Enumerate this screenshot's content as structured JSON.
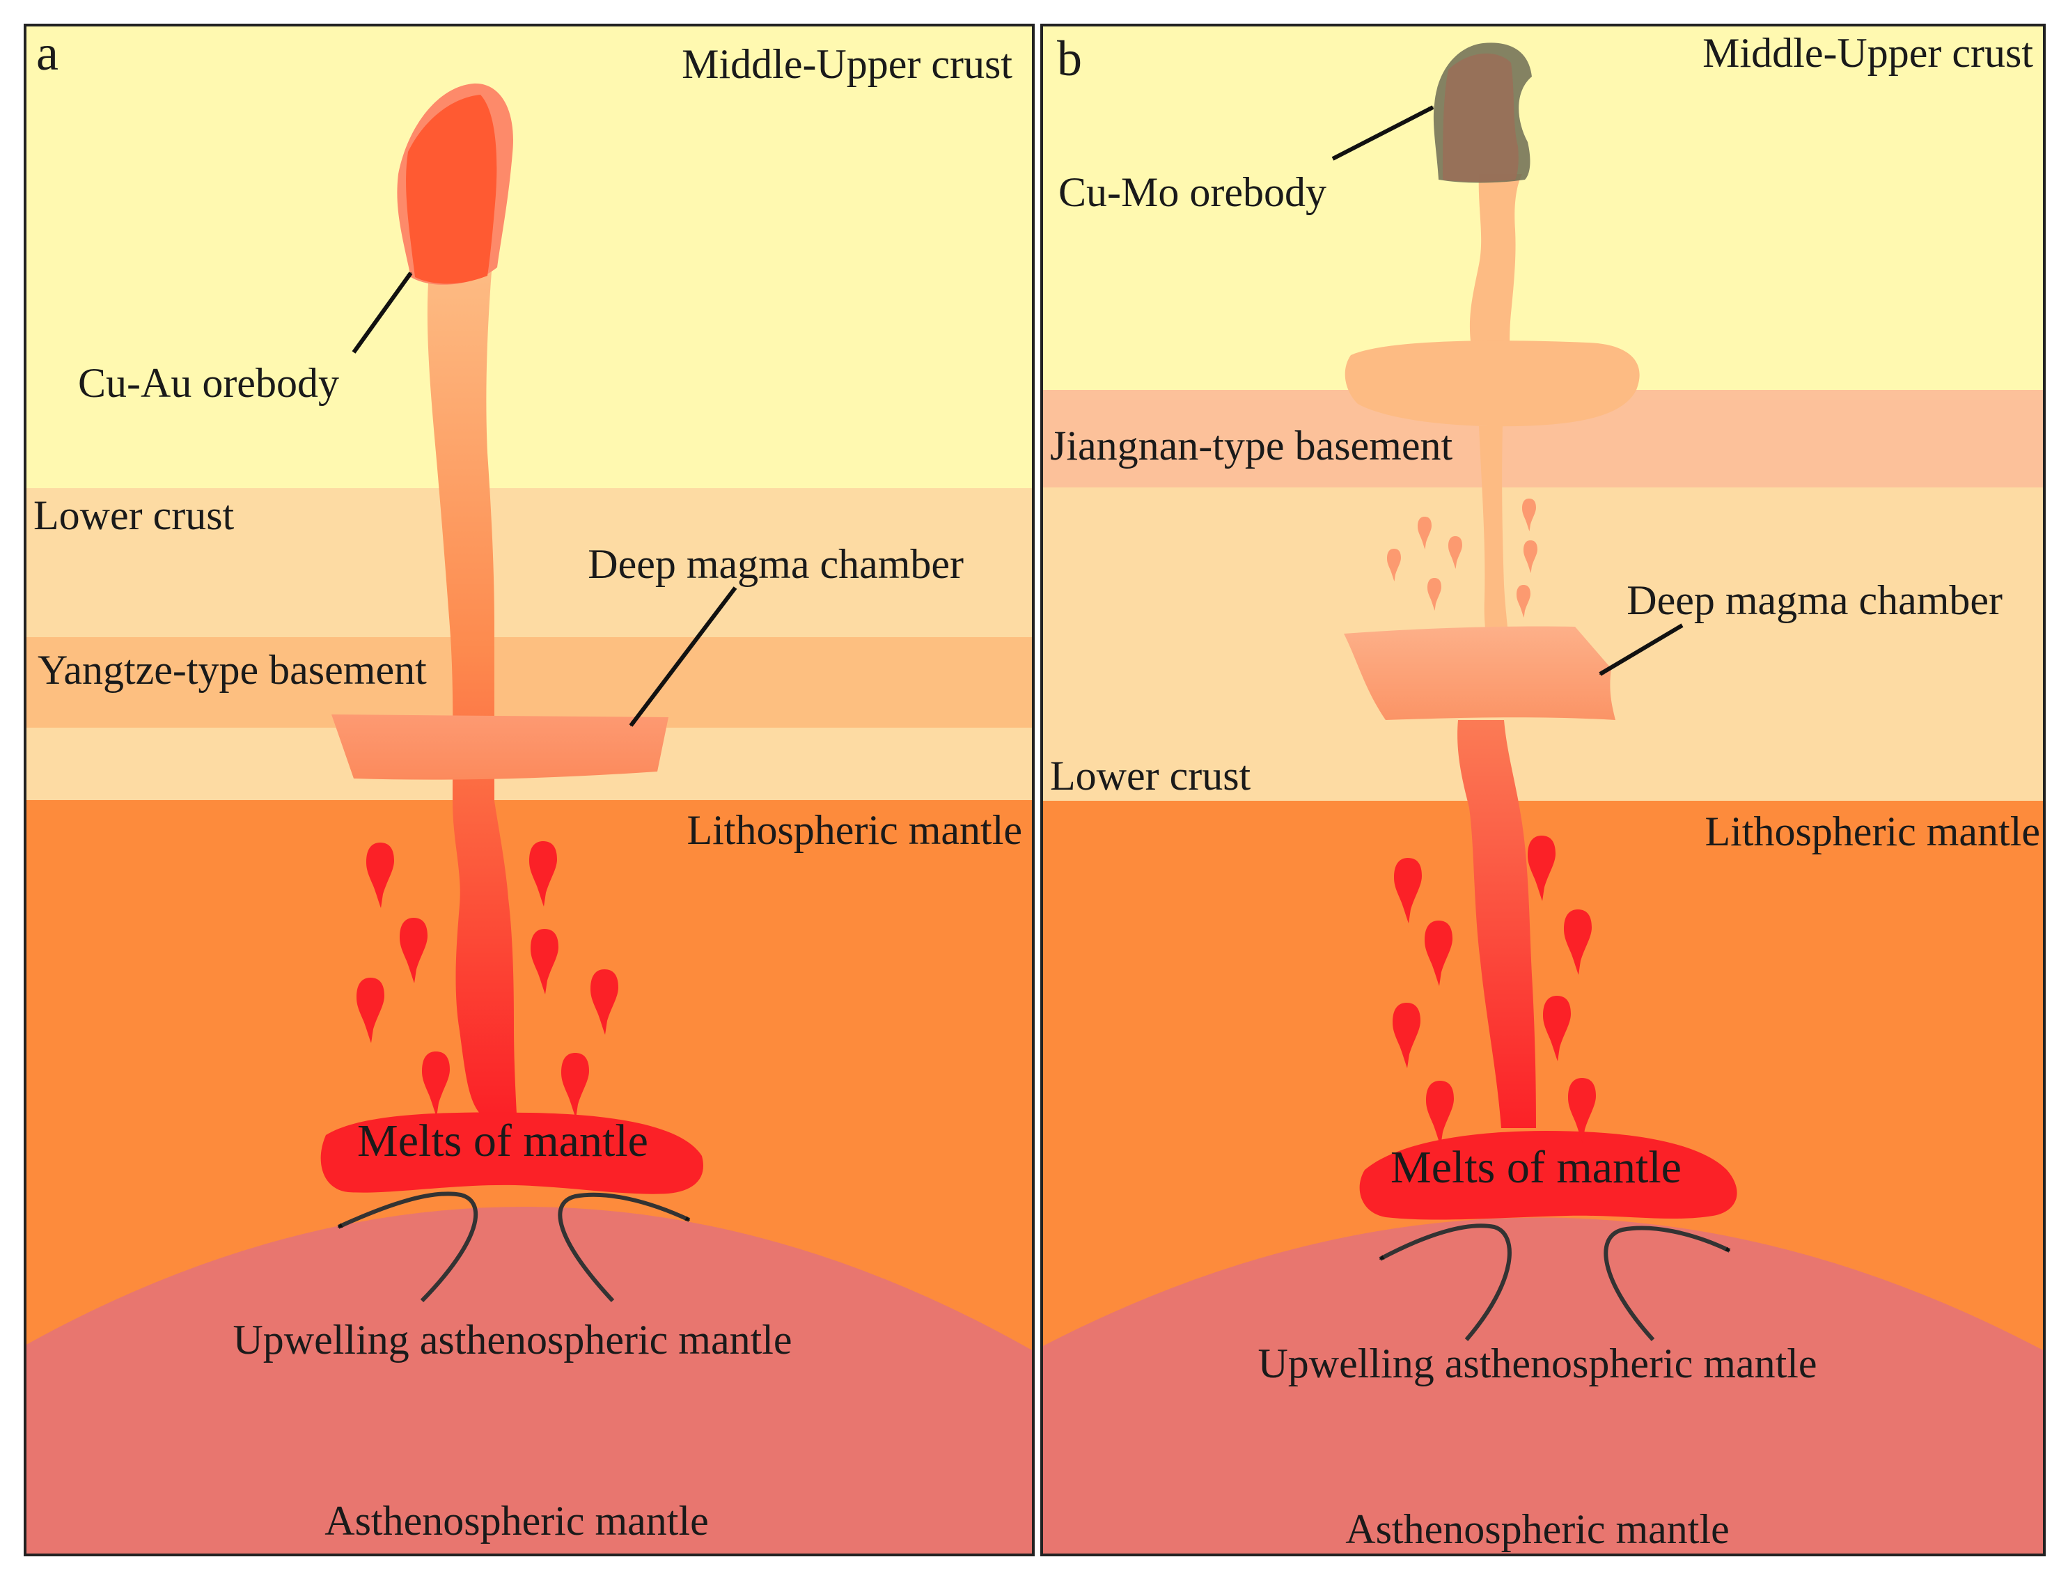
{
  "figure": {
    "colors": {
      "upper_crust": "#fff9b0",
      "lower_crust": "#fddba3",
      "yangtze_basement": "#fdbf80",
      "jiangnan_basement": "#fcc19a",
      "lithospheric_mantle": "#fd8b3c",
      "asthenosphere": "#e8766f",
      "melt": "#fb2127",
      "conduit_top": "#fdbb83",
      "orebody_cu_au": "#ff5a32",
      "orebody_cu_mo": "#8b7a62",
      "border": "#222222"
    },
    "panel_a": {
      "letter": "a",
      "middle_upper_crust": "Middle-Upper crust",
      "orebody": "Cu-Au orebody",
      "lower_crust": "Lower crust",
      "magma_chamber": "Deep magma chamber",
      "basement": "Yangtze-type basement",
      "lithospheric_mantle": "Lithospheric mantle",
      "melts": "Melts of mantle",
      "upwelling": "Upwelling asthenospheric mantle",
      "asthenospheric_mantle": "Asthenospheric mantle"
    },
    "panel_b": {
      "letter": "b",
      "middle_upper_crust": "Middle-Upper crust",
      "orebody": "Cu-Mo orebody",
      "basement": "Jiangnan-type basement",
      "magma_chamber": "Deep magma chamber",
      "lower_crust": "Lower crust",
      "lithospheric_mantle": "Lithospheric mantle",
      "melts": "Melts of mantle",
      "upwelling": "Upwelling asthenospheric mantle",
      "asthenospheric_mantle": "Asthenospheric mantle"
    }
  }
}
